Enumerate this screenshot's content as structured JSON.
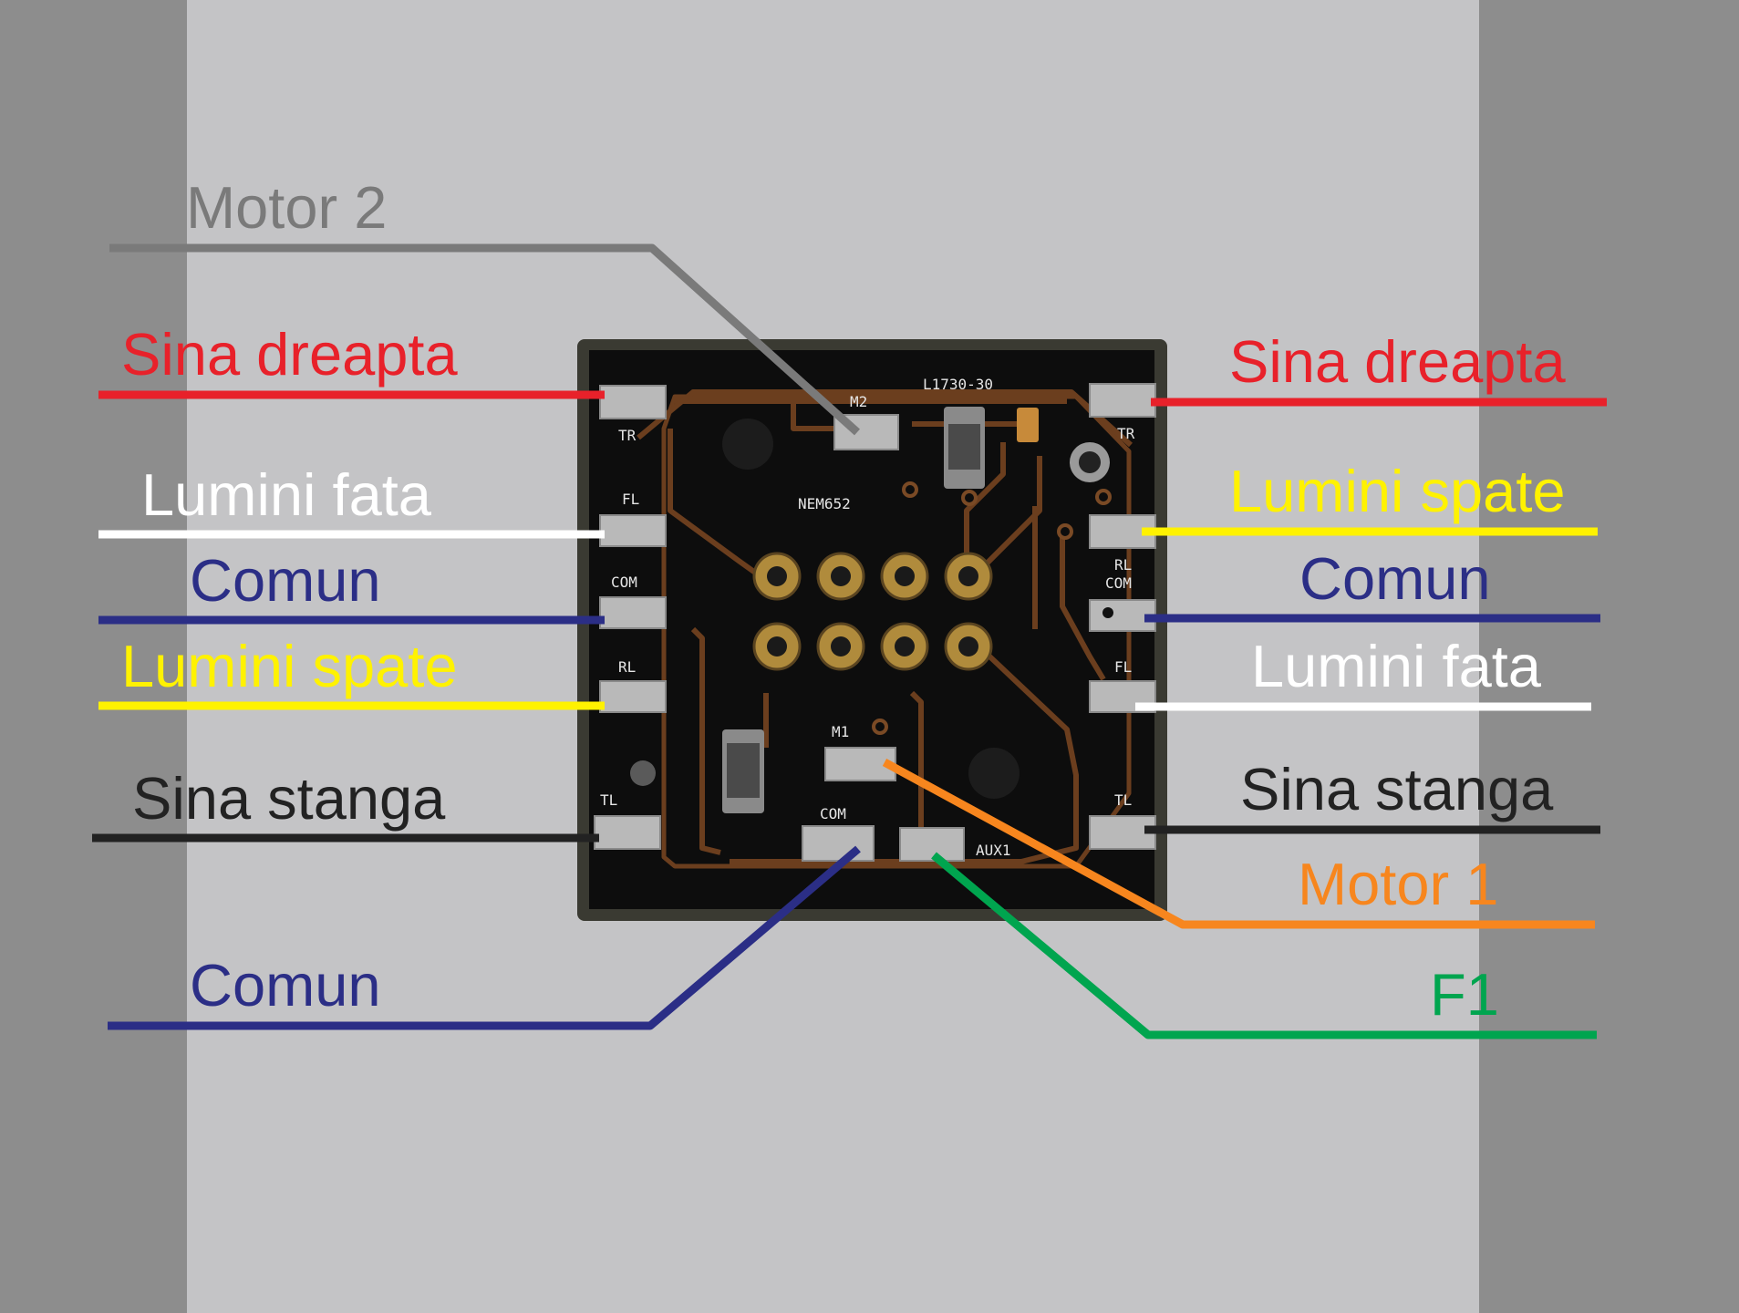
{
  "colors": {
    "red": "#e8212a",
    "white": "#ffffff",
    "blue": "#2b2e86",
    "yellow": "#fff200",
    "dark": "#222222",
    "gray": "#7a7a7a",
    "orange": "#f7861e",
    "green": "#00a54f",
    "board": "#0d0d0d",
    "trace": "#6b3e1e",
    "pad": "#b9b9b9"
  },
  "callouts": {
    "motor2": "Motor 2",
    "left_sina_dreapta": "Sina dreapta",
    "left_lumini_fata": "Lumini fata",
    "left_comun": "Comun",
    "left_lumini_spate": "Lumini spate",
    "left_sina_stanga": "Sina stanga",
    "bottom_comun": "Comun",
    "right_sina_dreapta": "Sina dreapta",
    "right_lumini_spate": "Lumini spate",
    "right_comun": "Comun",
    "right_lumini_fata": "Lumini fata",
    "right_sina_stanga": "Sina stanga",
    "motor1": "Motor 1",
    "f1": "F1"
  },
  "board_silkscreen": {
    "chip_label": "L1730-30",
    "ic_label": "NEM652",
    "m2": "M2",
    "m1": "M1",
    "tr_left": "TR",
    "fl_left": "FL",
    "com_left": "COM",
    "rl_left": "RL",
    "tl_left": "TL",
    "com_bottom": "COM",
    "aux1": "AUX1",
    "tr_right": "TR",
    "rl_com_right_1": "RL",
    "rl_com_right_2": "COM",
    "fl_right": "FL",
    "tl_right": "TL"
  }
}
